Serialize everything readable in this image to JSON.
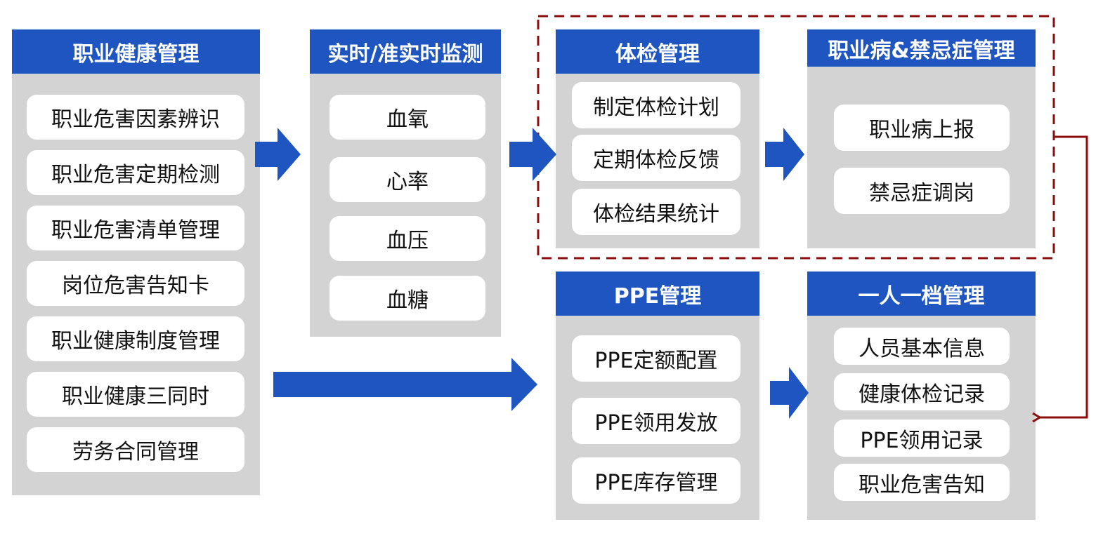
{
  "colors": {
    "header_bg": "#1f55c0",
    "panel_bg": "#d3d3d3",
    "arrow_blue": "#1f55c0",
    "dashed_red": "#8b0d0d"
  },
  "panels": {
    "health": {
      "title": "职业健康管理",
      "items": [
        "职业危害因素辨识",
        "职业危害定期检测",
        "职业危害清单管理",
        "岗位危害告知卡",
        "职业健康制度管理",
        "职业健康三同时",
        "劳务合同管理"
      ]
    },
    "monitor": {
      "title": "实时/准实时监测",
      "items": [
        "血氧",
        "心率",
        "血压",
        "血糖"
      ]
    },
    "exam": {
      "title": "体检管理",
      "items": [
        "制定体检计划",
        "定期体检反馈",
        "体检结果统计"
      ]
    },
    "disease": {
      "title": "职业病&禁忌症管理",
      "items": [
        "职业病上报",
        "禁忌症调岗"
      ]
    },
    "ppe": {
      "title": "PPE管理",
      "items": [
        "PPE定额配置",
        "PPE领用发放",
        "PPE库存管理"
      ]
    },
    "archive": {
      "title": "一人一档管理",
      "items": [
        "人员基本信息",
        "健康体检记录",
        "PPE领用记录",
        "职业危害告知"
      ]
    }
  }
}
